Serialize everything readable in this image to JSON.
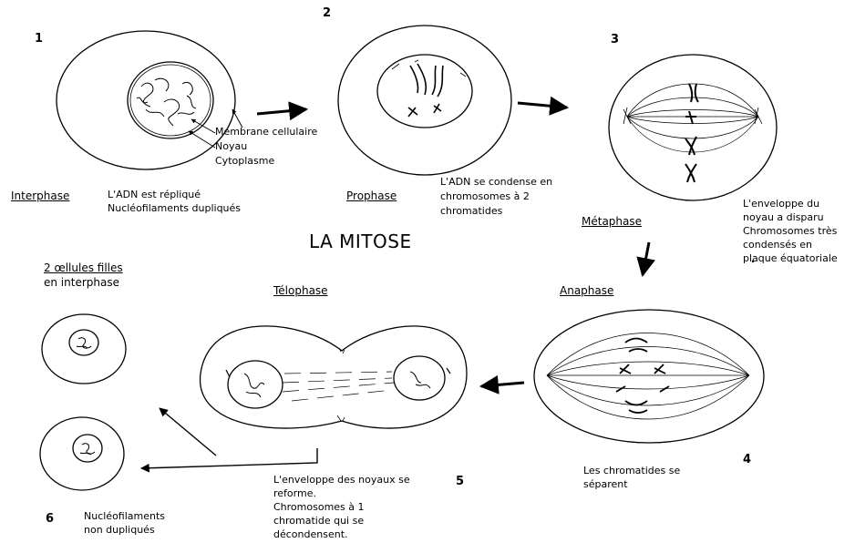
{
  "title": "LA MITOSE",
  "steps": {
    "n1": "1",
    "n2": "2",
    "n3": "3",
    "n4": "4",
    "n5": "5",
    "n6": "6"
  },
  "phases": {
    "interphase": "Interphase",
    "prophase": "Prophase",
    "metaphase": "Métaphase",
    "anaphase": "Anaphase",
    "telophase": "Télophase",
    "daughters_line1": "2 œllules filles",
    "daughters_line2": "en interphase"
  },
  "cell_labels": {
    "membrane": "Membrane cellulaire",
    "noyau": "Noyau",
    "cytoplasme": "Cytoplasme"
  },
  "descriptions": {
    "interphase": [
      "L'ADN est répliqué",
      "Nucléofilaments dupliqués"
    ],
    "prophase": [
      "L'ADN se condense en",
      "chromosomes à 2",
      "chromatides"
    ],
    "metaphase": [
      "L'enveloppe du",
      "noyau a disparu",
      "Chromosomes très",
      "condensés en",
      "plaque équatoriale"
    ],
    "anaphase": [
      "Les chromatides se",
      "séparent"
    ],
    "telophase": [
      "L'enveloppe des noyaux se",
      "reforme.",
      "Chromosomes à 1",
      "chromatide qui se",
      "décondensent."
    ],
    "daughters": [
      "Nucléofilaments",
      "non dupliqués"
    ]
  }
}
